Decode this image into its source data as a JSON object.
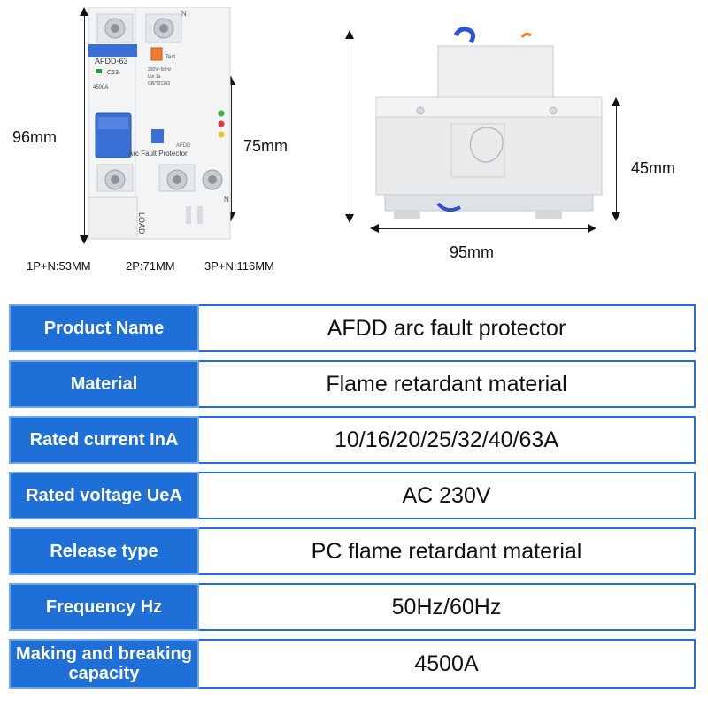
{
  "dimensions": {
    "front_height": "96mm",
    "front_depth": "75mm",
    "side_height": "45mm",
    "side_width": "95mm",
    "widths_note": [
      "1P+N:53MM",
      "2P:71MM",
      "3P+N:116MM"
    ]
  },
  "device_labels": {
    "model": "AFDD-63",
    "rating": "C63",
    "product_text": "Arc Fault Protector",
    "brand": "AFDD",
    "test": "Test",
    "load": "LOAD",
    "n_mark": "N",
    "capacity": "4500A",
    "voltage_spec": "230V~50Hz",
    "trip": "IΔn 1a",
    "standard": "GB/T31143"
  },
  "specs": [
    {
      "label": "Product Name",
      "value": "AFDD arc fault protector"
    },
    {
      "label": "Material",
      "value": "Flame retardant material"
    },
    {
      "label": "Rated current InA",
      "value": "10/16/20/25/32/40/63A"
    },
    {
      "label": "Rated voltage UeA",
      "value": "AC 230V"
    },
    {
      "label": "Release type",
      "value": "PC flame retardant material"
    },
    {
      "label": "Frequency Hz",
      "value": "50Hz/60Hz"
    },
    {
      "label": "Making and breaking capacity",
      "value": "4500A"
    }
  ],
  "colors": {
    "label_bg": "#1f6fd8",
    "label_border": "#6fa6e6",
    "toggle_blue": "#3a6fd6",
    "test_orange": "#f07a30"
  }
}
